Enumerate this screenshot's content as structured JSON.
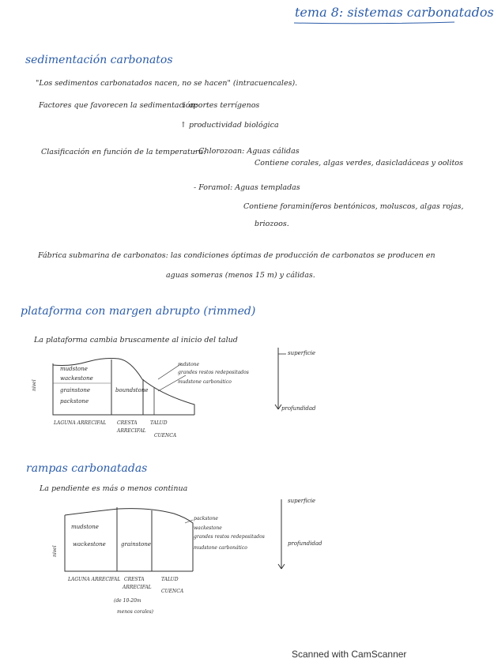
{
  "header": {
    "topic_title": "tema 8: sistemas carbonatados"
  },
  "section1": {
    "heading": "sedimentación carbonatos",
    "quote": "\"Los sedimentos carbonatados nacen, no se hacen\" (intracuencales).",
    "factors_label": "Factores que favorecen la sedimentación:",
    "factor_1": "↓ aportes terrígenos",
    "factor_2": "↑ productividad biológica",
    "classification_label": "Clasificación en función de la temperatura:",
    "chlorozoan_label": "- Chlorozoan: Aguas cálidas",
    "chlorozoan_content": "Contiene corales, algas verdes, dasicladáceas y oolitos",
    "foramol_label": "- Foramol: Aguas templadas",
    "foramol_content_1": "Contiene foraminíferos bentónicos, moluscos, algas rojas,",
    "foramol_content_2": "briozoos.",
    "factory_line_1": "Fábrica submarina de carbonatos: las condiciones óptimas de producción de carbonatos se producen en",
    "factory_line_2": "aguas someras (menos 15 m) y cálidas."
  },
  "section2": {
    "heading": "plataforma con margen abrupto (rimmed)",
    "subtitle": "La plataforma cambia bruscamente al inicio del talud",
    "diagram": {
      "facies": [
        "mudstone",
        "wackestone",
        "grainstone",
        "packstone"
      ],
      "boundstone": "boundstone",
      "right_labels": [
        "rudstone",
        "grandes restos redepositados",
        "mudstone carbonático"
      ],
      "axis_label": "nivel",
      "bottom_labels": [
        "LAGUNA ARRECIFAL",
        "CRESTA",
        "ARRECIFAL",
        "TALUD",
        "CUENCA"
      ],
      "scale_top": "superficie",
      "scale_bottom": "profundidad"
    }
  },
  "section3": {
    "heading": "rampas carbonatadas",
    "subtitle": "La pendiente es más o menos continua",
    "diagram": {
      "facies_top": "mudstone",
      "facies_bottom": "wackestone",
      "grainstone": "grainstone",
      "right_labels": [
        "packstone",
        "wackestone",
        "grandes restos redepositados",
        "mudstone carbonático"
      ],
      "axis_label": "nivel",
      "bottom_labels": [
        "LAGUNA ARRECIFAL",
        "CRESTA",
        "ARRECIFAL",
        "TALUD",
        "CUENCA"
      ],
      "note_1": "(de 10-20m",
      "note_2": "menos corales)",
      "scale_top": "superficie",
      "scale_bottom": "profundidad"
    }
  },
  "footer": {
    "scanner": "Scanned with CamScanner"
  }
}
